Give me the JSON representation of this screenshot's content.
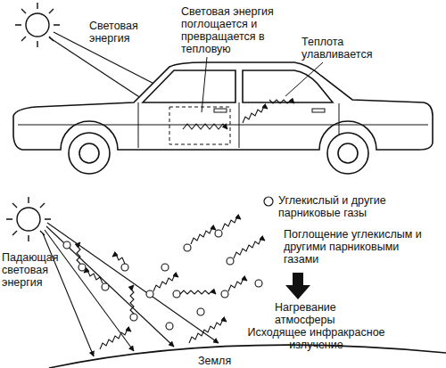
{
  "diagram": {
    "labels": [
      "Световая энергия поглощается и превращается в тепловую",
      "Световая энергия",
      "Теплота улавливается",
      "Падающая световая энергия",
      "Поглощение углекислым и другими парниковыми газами",
      "Нагревание атмосферы",
      "Исходящее инфракрасное излучение",
      "Земля"
    ],
    "legend": [
      {
        "text": "Углекислый и другие парниковые газы"
      }
    ]
  }
}
